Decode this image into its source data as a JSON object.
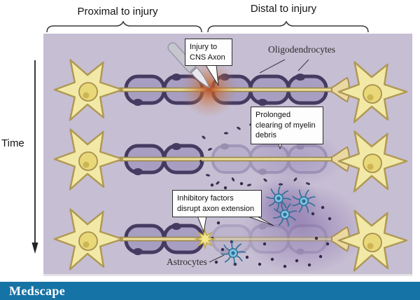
{
  "figure": {
    "header": {
      "proximal_label": "Proximal to injury",
      "distal_label": "Distal to injury"
    },
    "time_axis": {
      "label": "Time"
    },
    "callouts": {
      "injury": "Injury to CNS Axon",
      "clearing": "Prolonged clearing of myelin debris",
      "inhibitory": "Inhibitory factors disrupt axon extension"
    },
    "labels": {
      "oligodendrocytes": "Oligodendrocytes",
      "astrocytes": "Astrocytes"
    },
    "colors": {
      "panel_bg": "#c6bed3",
      "myelin_outline": "#453a60",
      "myelin_fill": "#a79ec2",
      "axon": "#ecdf9b",
      "neuron_fill": "#f2e9a6",
      "astrocyte_fill": "#7fc3e2",
      "injury_glow": "#b84a1e",
      "scar_glow": "#7a5fa0",
      "brand_bar": "#1573a5"
    }
  },
  "footer": {
    "brand": "Medscape"
  }
}
